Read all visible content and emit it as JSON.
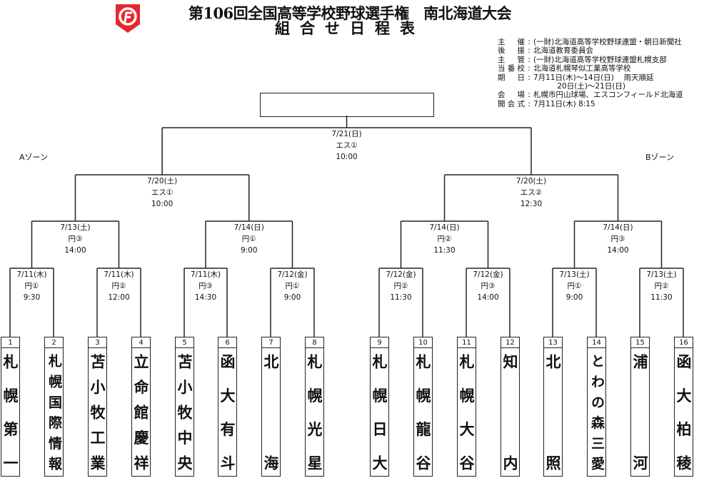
{
  "header": {
    "title": "第106回全国高等学校野球選手権　南北海道大会",
    "subtitle": "組合せ日程表",
    "logo_color": "#e8262c"
  },
  "info": [
    {
      "label": "主催",
      "value": "(一財)北海道高等学校野球連盟・朝日新聞社"
    },
    {
      "label": "後援",
      "value": "北海道教育委員会"
    },
    {
      "label": "主管",
      "value": "(一財)北海道高等学校野球連盟札幌支部"
    },
    {
      "label": "当番校",
      "value": "北海道札幌琴似工業高等学校"
    },
    {
      "label": "期日",
      "value": "7月11日(木)～14日(日)　 雨天順延"
    },
    {
      "label": "",
      "value": "          20日(土)～21日(日)"
    },
    {
      "label": "会場",
      "value": "札幌市円山球場、エスコンフィールド北海道"
    },
    {
      "label": "開会式",
      "value": "7月11日(木) 8:15"
    }
  ],
  "colon": ":",
  "zones": {
    "a": "Aゾーン",
    "b": "Bゾーン"
  },
  "champion": "",
  "matches": {
    "round1": [
      {
        "date": "7/11(木)",
        "venue": "円①",
        "time": "9:30"
      },
      {
        "date": "7/11(木)",
        "venue": "円②",
        "time": "12:00"
      },
      {
        "date": "7/11(木)",
        "venue": "円③",
        "time": "14:30"
      },
      {
        "date": "7/12(金)",
        "venue": "円①",
        "time": "9:00"
      },
      {
        "date": "7/12(金)",
        "venue": "円②",
        "time": "11:30"
      },
      {
        "date": "7/12(金)",
        "venue": "円③",
        "time": "14:00"
      },
      {
        "date": "7/13(土)",
        "venue": "円①",
        "time": "9:00"
      },
      {
        "date": "7/13(土)",
        "venue": "円②",
        "time": "11:30"
      }
    ],
    "round2": [
      {
        "date": "7/13(土)",
        "venue": "円③",
        "time": "14:00"
      },
      {
        "date": "7/14(日)",
        "venue": "円①",
        "time": "9:00"
      },
      {
        "date": "7/14(日)",
        "venue": "円②",
        "time": "11:30"
      },
      {
        "date": "7/14(日)",
        "venue": "円③",
        "time": "14:00"
      }
    ],
    "semifinal": [
      {
        "date": "7/20(土)",
        "venue": "エス①",
        "time": "10:00"
      },
      {
        "date": "7/20(土)",
        "venue": "エス②",
        "time": "12:30"
      }
    ],
    "final": [
      {
        "date": "7/21(日)",
        "venue": "エス①",
        "time": "10:00"
      }
    ]
  },
  "teams": [
    {
      "no": "1",
      "name": "札幌第一"
    },
    {
      "no": "2",
      "name": "札幌国際情報"
    },
    {
      "no": "3",
      "name": "苫小牧工業"
    },
    {
      "no": "4",
      "name": "立命館慶祥"
    },
    {
      "no": "5",
      "name": "苫小牧中央"
    },
    {
      "no": "6",
      "name": "函大有斗"
    },
    {
      "no": "7",
      "name": "北海"
    },
    {
      "no": "8",
      "name": "札幌光星"
    },
    {
      "no": "9",
      "name": "札幌日大"
    },
    {
      "no": "10",
      "name": "札幌龍谷"
    },
    {
      "no": "11",
      "name": "札幌大谷"
    },
    {
      "no": "12",
      "name": "知内"
    },
    {
      "no": "13",
      "name": "北照"
    },
    {
      "no": "14",
      "name": "とわの森三愛"
    },
    {
      "no": "15",
      "name": "浦河"
    },
    {
      "no": "16",
      "name": "函大柏稜"
    }
  ]
}
